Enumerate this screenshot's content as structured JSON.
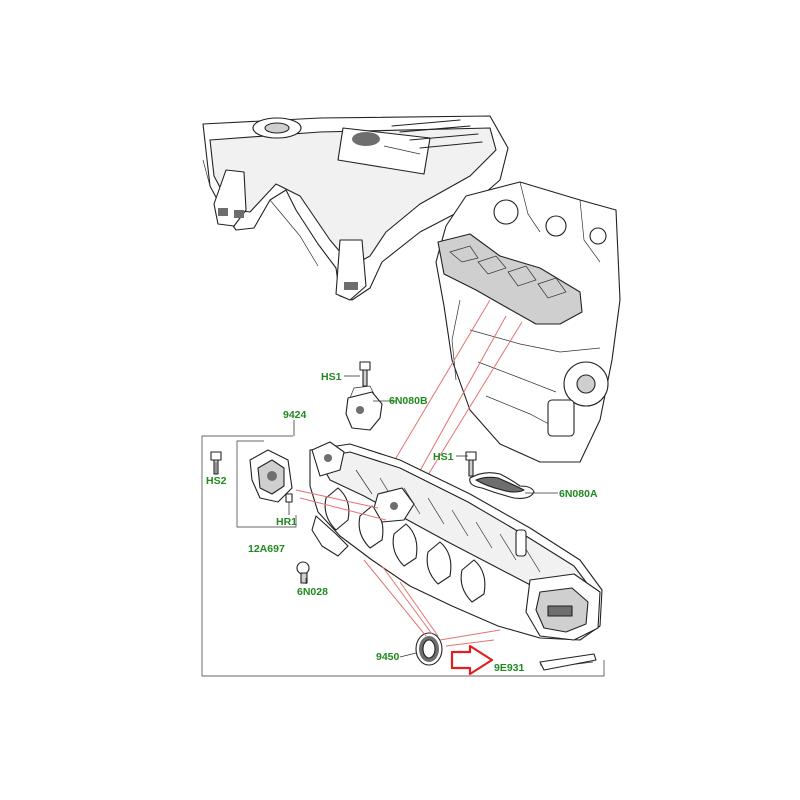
{
  "parts": {
    "hs1_top": "HS1",
    "n6n080b": "6N080B",
    "p9424": "9424",
    "hs1_right": "HS1",
    "hs2": "HS2",
    "n6n080a": "6N080A",
    "hr1": "HR1",
    "p12a697": "12A697",
    "n6n028": "6N028",
    "p9450": "9450",
    "p9e931": "9E931"
  },
  "colors": {
    "callout": "#1f8a1f",
    "leader": "#e47373",
    "highlight_arrow": "#e02020",
    "ink": "#222222"
  },
  "highlight": {
    "icon": "right-arrow-icon",
    "target": "9E931"
  }
}
